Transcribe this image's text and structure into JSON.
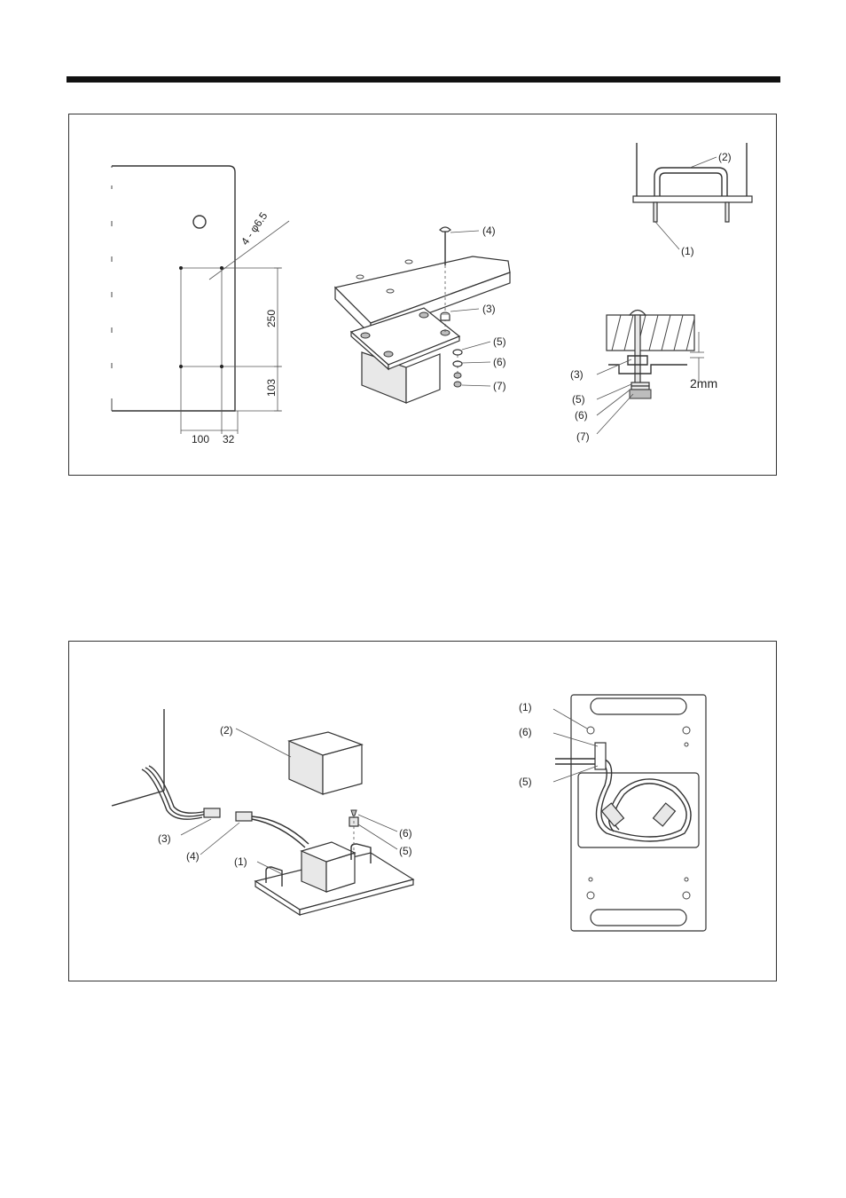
{
  "figure1": {
    "template_dimensions": {
      "hole_spec": "4 - φ6.5",
      "dim_250": "250",
      "dim_103": "103",
      "dim_100": "100",
      "dim_32": "32"
    },
    "exploded_view_labels": {
      "bolt": "(4)",
      "washer_top": "(3)",
      "washer_5": "(5)",
      "washer_6": "(6)",
      "nut_7": "(7)"
    },
    "handle_view_labels": {
      "handle": "(2)",
      "bolts": "(1)"
    },
    "section_view_labels": {
      "plate": "(3)",
      "washer_5": "(5)",
      "washer_6": "(6)",
      "nut_7": "(7)",
      "gap": "2mm"
    }
  },
  "figure2": {
    "assembly_labels": {
      "transformer": "(2)",
      "cable_connector": "(3)",
      "transformer_connector": "(4)",
      "base_screws": "(1)",
      "clamp_screw": "(6)",
      "cord_clamp": "(5)"
    },
    "installed_labels": {
      "screw_1": "(1)",
      "screw_6": "(6)",
      "clamp_5": "(5)"
    }
  }
}
